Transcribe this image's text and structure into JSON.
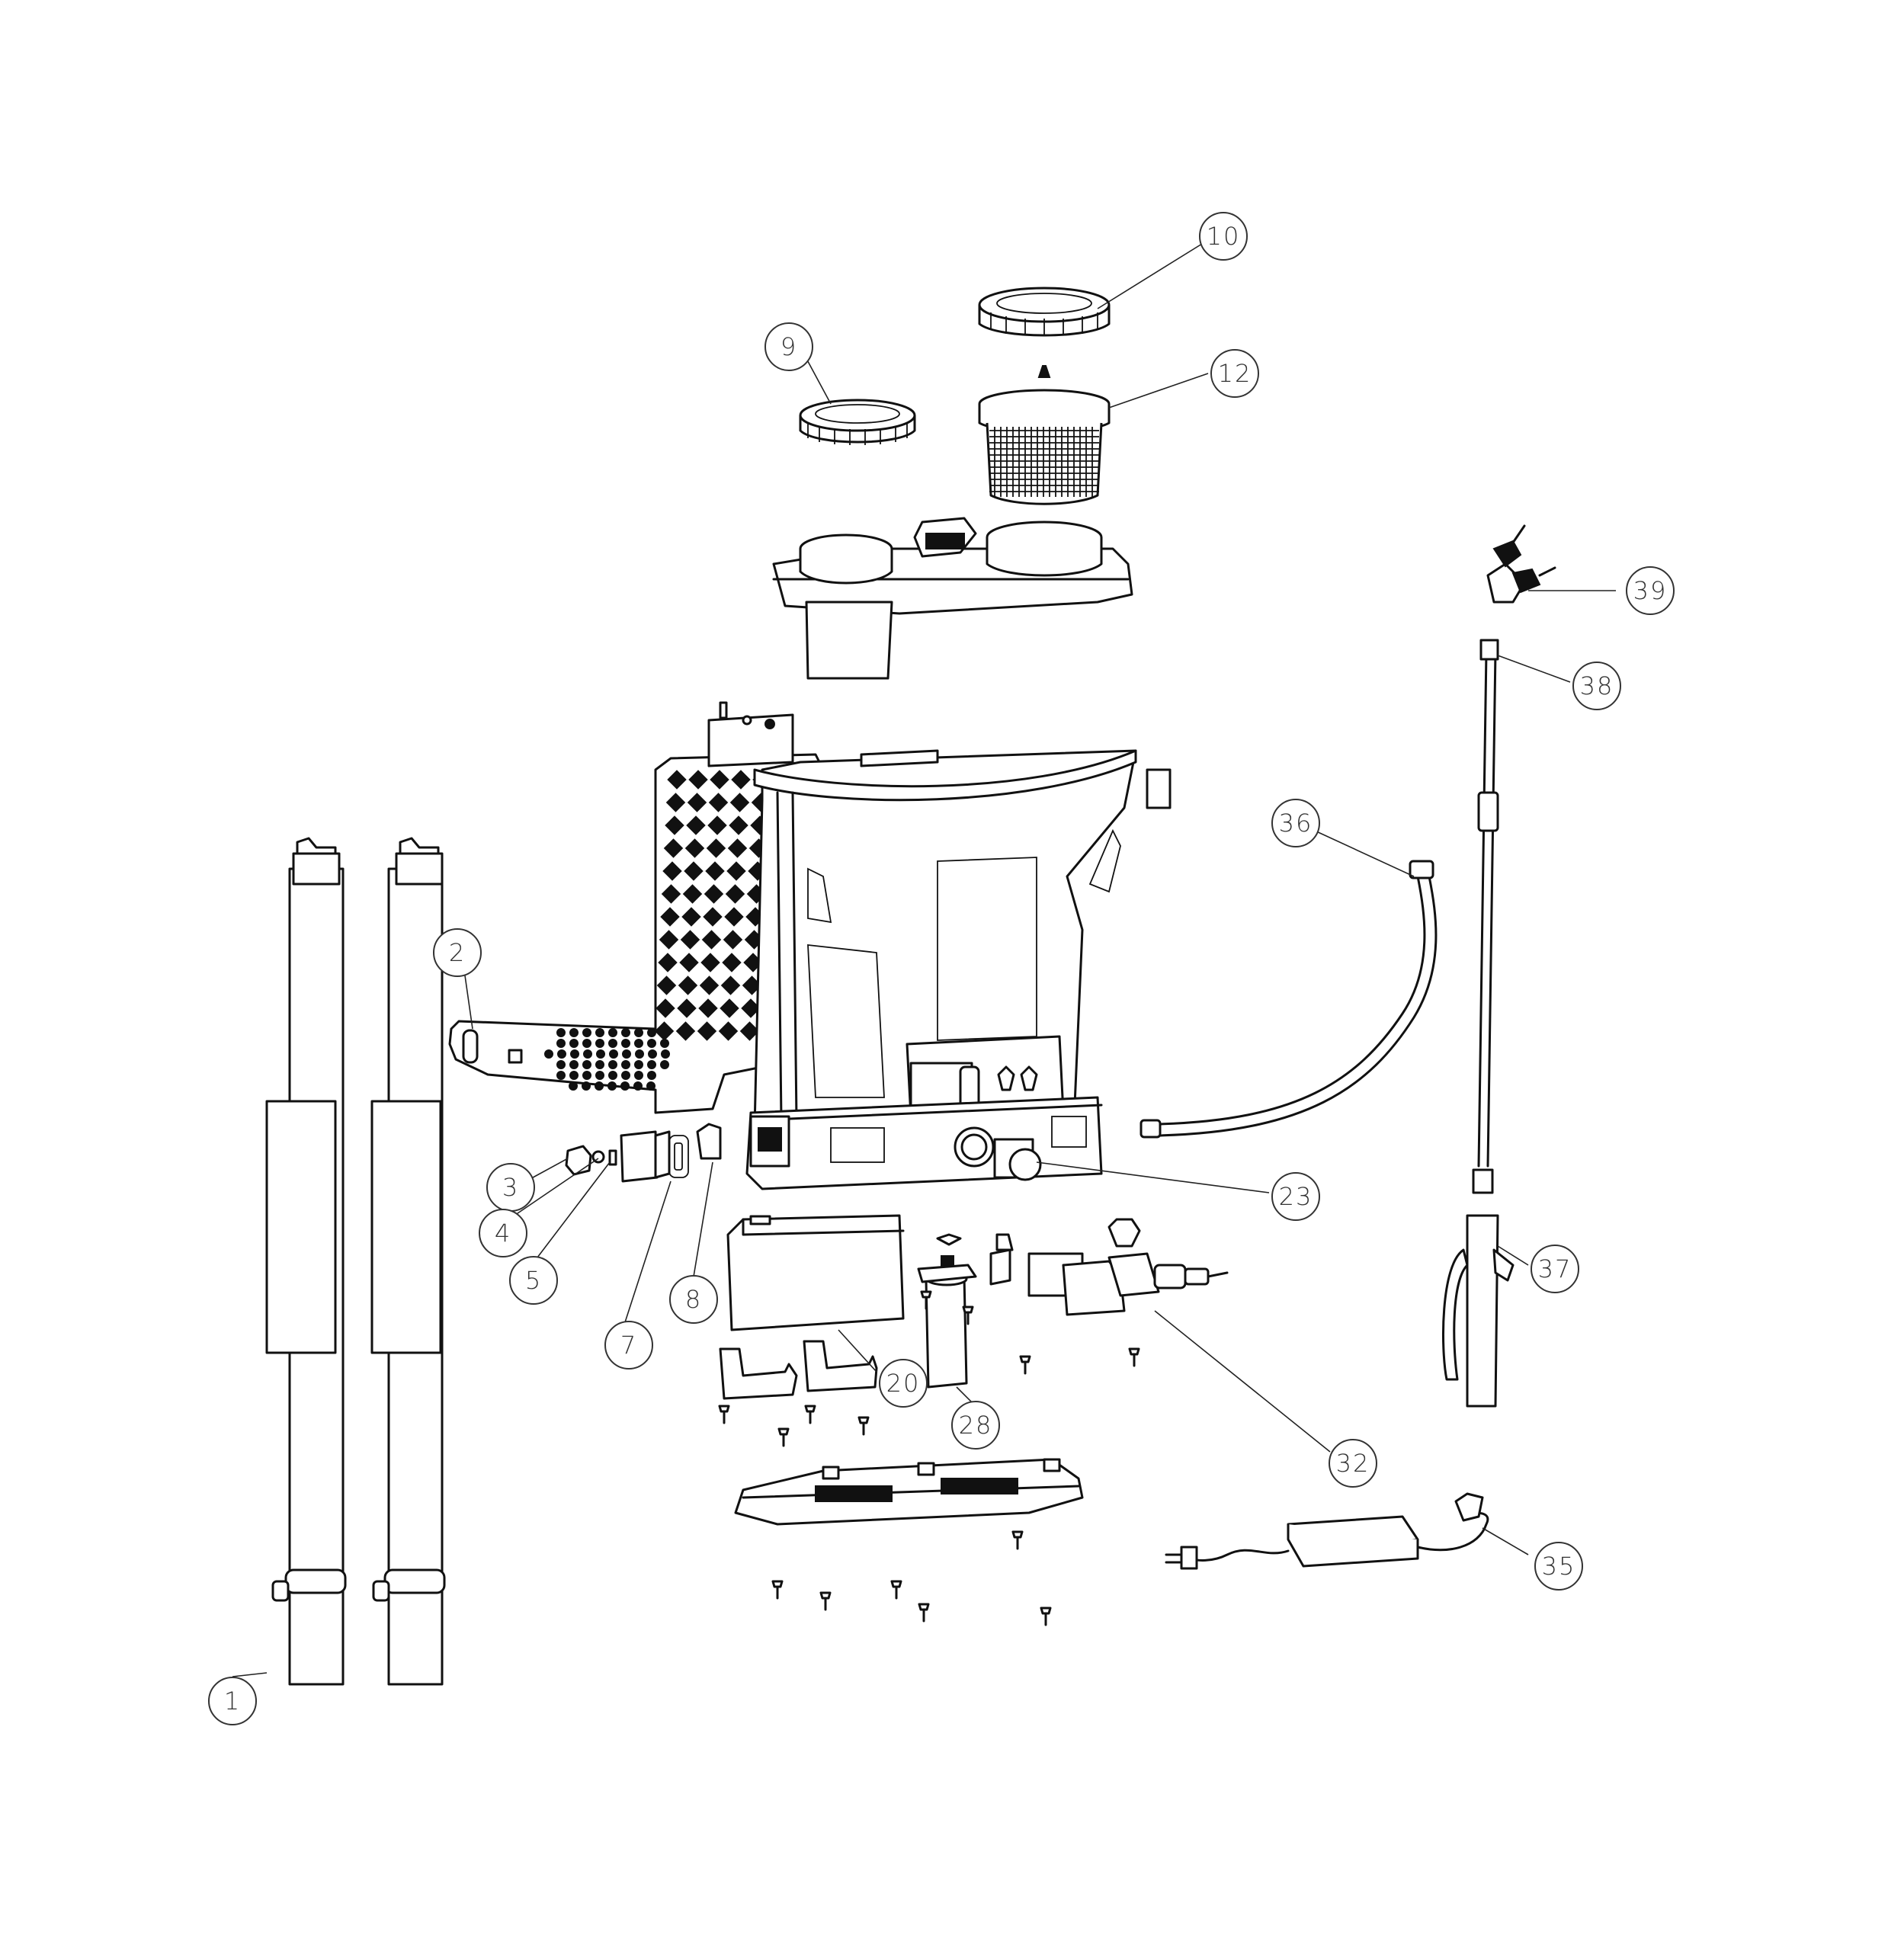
{
  "diagram": {
    "callouts": [
      {
        "id": "c1",
        "label": "1"
      },
      {
        "id": "c2",
        "label": "2"
      },
      {
        "id": "c3",
        "label": "3"
      },
      {
        "id": "c4",
        "label": "4"
      },
      {
        "id": "c5",
        "label": "5"
      },
      {
        "id": "c7",
        "label": "7"
      },
      {
        "id": "c8",
        "label": "8"
      },
      {
        "id": "c9",
        "label": "9"
      },
      {
        "id": "c10",
        "label": "10"
      },
      {
        "id": "c12",
        "label": "12"
      },
      {
        "id": "c20",
        "label": "20"
      },
      {
        "id": "c23",
        "label": "23"
      },
      {
        "id": "c28",
        "label": "28"
      },
      {
        "id": "c32",
        "label": "32"
      },
      {
        "id": "c35",
        "label": "35"
      },
      {
        "id": "c36",
        "label": "36"
      },
      {
        "id": "c37",
        "label": "37"
      },
      {
        "id": "c38",
        "label": "38"
      },
      {
        "id": "c39",
        "label": "39"
      }
    ]
  },
  "colors": {
    "line": "#111111",
    "background": "#ffffff",
    "callout_text": "#333333"
  }
}
